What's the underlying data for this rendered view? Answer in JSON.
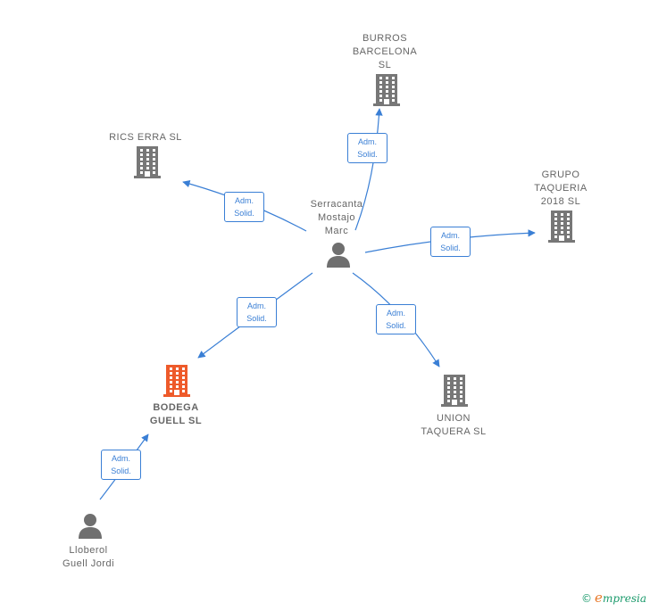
{
  "colors": {
    "edge": "#3a7fd5",
    "node_icon": "#777777",
    "focus_icon": "#ee5a2a",
    "person_icon": "#6f6f6f"
  },
  "nodes": [
    {
      "id": "person-serracanta",
      "kind": "person",
      "label": "Serracanta\nMostajo\nMarc"
    },
    {
      "id": "burros",
      "kind": "company",
      "label": "BURROS\nBARCELONA\nSL"
    },
    {
      "id": "rics",
      "kind": "company",
      "label": "RICS ERRA SL"
    },
    {
      "id": "grupo",
      "kind": "company",
      "label": "GRUPO\nTAQUERIA\n2018  SL"
    },
    {
      "id": "bodega",
      "kind": "company-focus",
      "label": "BODEGA\nGUELL  SL"
    },
    {
      "id": "union",
      "kind": "company",
      "label": "UNION\nTAQUERA  SL"
    },
    {
      "id": "person-lloberol",
      "kind": "person",
      "label": "Lloberol\nGuell Jordi"
    }
  ],
  "edges": [
    {
      "from": "person-serracanta",
      "to": "burros",
      "label": "Adm.\nSolid."
    },
    {
      "from": "person-serracanta",
      "to": "rics",
      "label": "Adm.\nSolid."
    },
    {
      "from": "person-serracanta",
      "to": "grupo",
      "label": "Adm.\nSolid."
    },
    {
      "from": "person-serracanta",
      "to": "bodega",
      "label": "Adm.\nSolid."
    },
    {
      "from": "person-serracanta",
      "to": "union",
      "label": "Adm.\nSolid."
    },
    {
      "from": "person-lloberol",
      "to": "bodega",
      "label": "Adm.\nSolid."
    }
  ],
  "footer": {
    "copyright_symbol": "©",
    "brand_initial": "e",
    "brand_rest": "mpresia"
  }
}
